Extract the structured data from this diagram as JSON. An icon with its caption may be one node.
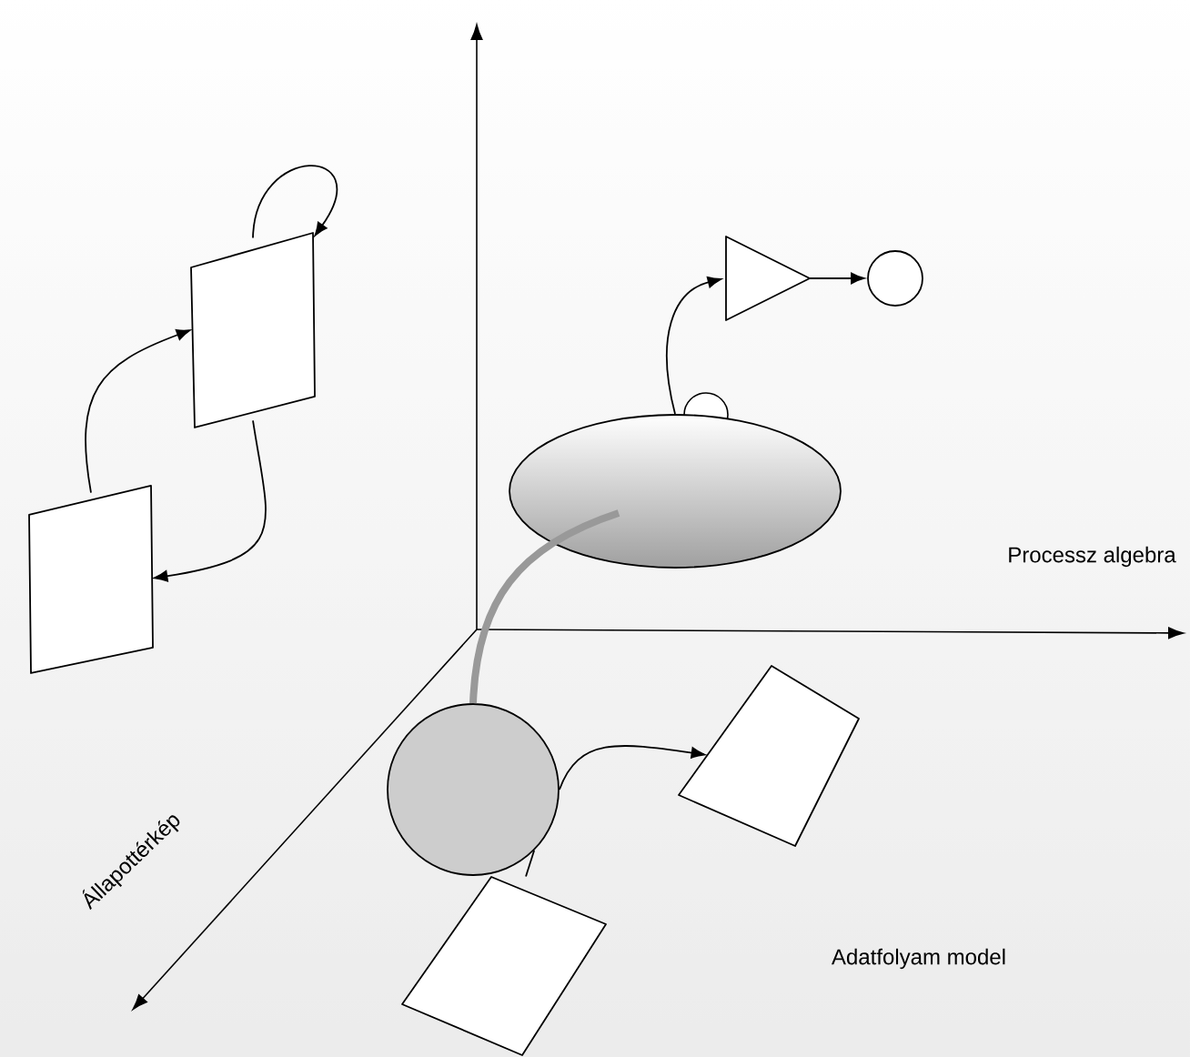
{
  "diagram": {
    "nodes": [
      {
        "text": [],
        "shape": "box"
      },
      {
        "text": [],
        "shape": "box"
      },
      {
        "text": [],
        "shape": "ellipse"
      },
      {
        "text": [],
        "shape": "triangle"
      },
      {
        "text": [],
        "shape": "circle"
      },
      {
        "text": [],
        "shape": "circle"
      },
      {
        "text": [],
        "shape": "box"
      },
      {
        "text": [],
        "shape": "box"
      }
    ],
    "edges": [
      {
        "from": 0,
        "to": 0,
        "arrow": "to"
      },
      {
        "from": 1,
        "to": 0,
        "arrow": "to"
      },
      {
        "from": 0,
        "to": 1,
        "arrow": "to"
      },
      {
        "from": 2,
        "to": 3,
        "arrow": "to"
      },
      {
        "from": 3,
        "to": 4,
        "arrow": "to"
      },
      {
        "from": 5,
        "to": 6,
        "arrow": "to"
      },
      {
        "from": 5,
        "to": 7,
        "arrow": "none"
      },
      {
        "from": 2,
        "to": 5,
        "arrow": "none",
        "style": "thick",
        "color": "#999999"
      }
    ],
    "labels": [
      "Processz algebra",
      "Állapottérkép",
      "Adatfolyam model"
    ]
  }
}
